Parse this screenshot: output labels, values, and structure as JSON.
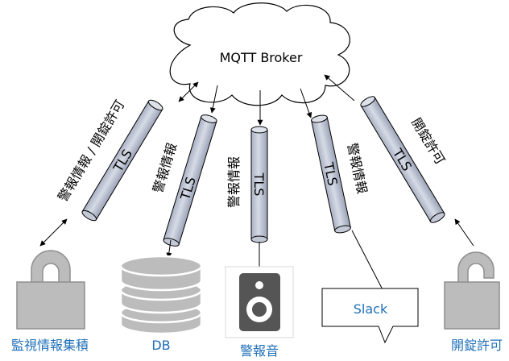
{
  "broker": {
    "label": "MQTT Broker"
  },
  "connections": {
    "left1": {
      "top_label": "TLS",
      "side_label": "警報情報 / 開錠許可"
    },
    "left2": {
      "top_label": "TLS",
      "side_label": "警報情報"
    },
    "center": {
      "top_label": "TLS",
      "side_label": "警報情報"
    },
    "right1": {
      "top_label": "TLS",
      "side_label": "警報情報"
    },
    "right2": {
      "top_label": "TLS",
      "side_label": "開錠許可"
    }
  },
  "nodes": {
    "monitor": {
      "label": "監視情報集積",
      "icon": "padlock-closed-icon"
    },
    "db": {
      "label": "DB",
      "icon": "database-icon"
    },
    "alarm": {
      "label": "警報音",
      "icon": "speaker-icon"
    },
    "slack": {
      "label": "Slack",
      "icon": "speech-bubble-icon"
    },
    "unlock": {
      "label": "開錠許可",
      "icon": "padlock-open-icon"
    }
  },
  "colors": {
    "pipe_fill": "#c2c8d6",
    "icon_fill": "#bcbcbc",
    "label_blue": "#1f6fb8",
    "stroke": "#000000"
  }
}
